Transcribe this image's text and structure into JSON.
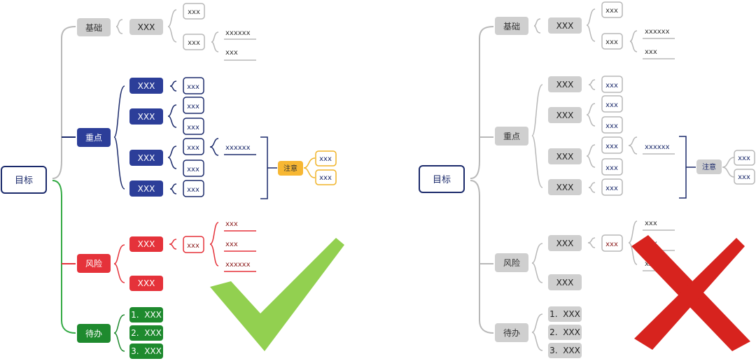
{
  "colors": {
    "navy": "#1b2a6b",
    "blue_fill": "#2c3e99",
    "red_fill": "#e5323a",
    "dark_red_text": "#8b1a1a",
    "green_fill": "#1e8a2e",
    "green_line": "#33aa44",
    "gray_fill": "#cfcfcf",
    "gray_line": "#b8b8b8",
    "yellow_fill": "#f7b733",
    "yellow_border": "#f0b429",
    "check_green": "#92d050",
    "cross_red": "#d7231e"
  },
  "left": {
    "root": "目标",
    "basics": {
      "label": "基础",
      "child": "XXX",
      "leaf1": "xxx",
      "leaf2": "xxx",
      "notes": [
        "xxxxxx",
        "xxx"
      ]
    },
    "focus": {
      "label": "重点",
      "items": [
        "XXX",
        "XXX",
        "XXX",
        "XXX"
      ],
      "leaves": [
        "xxx",
        "xxx",
        "xxx",
        "xxx",
        "xxx",
        "xxx"
      ],
      "note": "xxxxxx",
      "attention": "注意",
      "attention_items": [
        "xxx",
        "xxx"
      ]
    },
    "risk": {
      "label": "风险",
      "items": [
        "XXX",
        "XXX"
      ],
      "leaf": "xxx",
      "notes": [
        "xxx",
        "xxx",
        "xxxxxx"
      ]
    },
    "todo": {
      "label": "待办",
      "items": [
        "1.  XXX",
        "2.  XXX",
        "3.  XXX"
      ]
    }
  },
  "right": {
    "root": "目标",
    "basics": {
      "label": "基础",
      "child": "XXX",
      "leaf1": "xxx",
      "leaf2": "xxx",
      "notes": [
        "xxxxxx",
        "xxx"
      ]
    },
    "focus": {
      "label": "重点",
      "items": [
        "XXX",
        "XXX",
        "XXX",
        "XXX"
      ],
      "leaves": [
        "xxx",
        "xxx",
        "xxx",
        "xxx",
        "xxx",
        "xxx"
      ],
      "note": "xxxxxx",
      "attention": "注意",
      "attention_items": [
        "xxx",
        "xxx"
      ]
    },
    "risk": {
      "label": "风险",
      "items": [
        "XXX",
        "XXX"
      ],
      "leaf": "xxx",
      "notes": [
        "xxx",
        "xxx",
        "xxx"
      ]
    },
    "todo": {
      "label": "待办",
      "items": [
        "1.  XXX",
        "2.  XXX",
        "3.  XXX"
      ]
    }
  },
  "verdict": {
    "good": "checkmark-icon",
    "bad": "cross-icon"
  }
}
